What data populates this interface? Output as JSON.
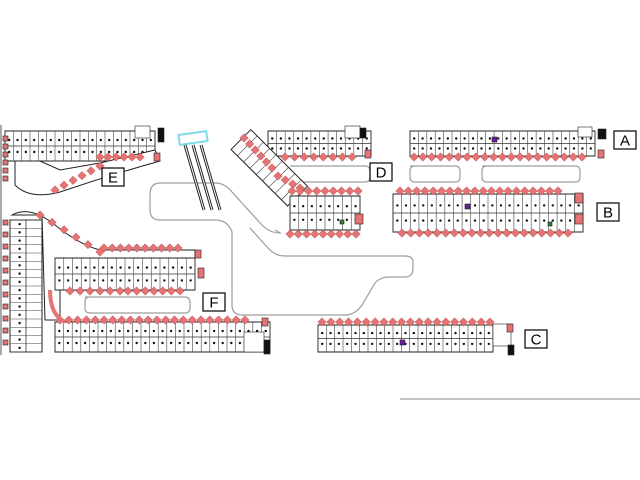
{
  "title": "Site plan",
  "buildings": [
    {
      "id": "A",
      "label": "A"
    },
    {
      "id": "B",
      "label": "B"
    },
    {
      "id": "C",
      "label": "C"
    },
    {
      "id": "D",
      "label": "D"
    },
    {
      "id": "E",
      "label": "E"
    },
    {
      "id": "F",
      "label": "F"
    }
  ],
  "colors": {
    "bay": "#e57373",
    "wall": "#222222",
    "road": "#9e9e9e",
    "ramp": "#7fdbe6",
    "stair": "#2e7d32",
    "lift": "#6a1b9a"
  }
}
